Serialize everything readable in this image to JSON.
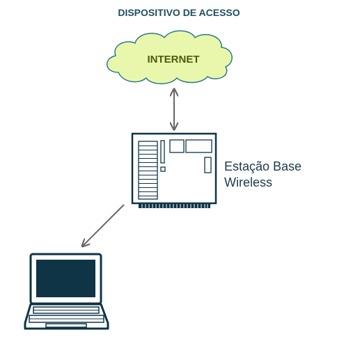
{
  "title": "DISPOSITIVO DE ACESSO",
  "cloud": {
    "label": "INTERNET"
  },
  "base_station": {
    "label_line1": "Estação Base",
    "label_line2": "Wireless"
  },
  "colors": {
    "title": "#1f4e63",
    "cloud_fill": "#e9f7ad",
    "cloud_stroke": "#2d7a88",
    "cloud_text": "#4a5a12",
    "device_stroke": "#0e3446",
    "laptop_screen": "#0e3446",
    "arrow": "#666666",
    "station_text": "#1a3a4a"
  },
  "icons": {
    "cloud": "cloud-icon",
    "base_station": "wireless-base-station-icon",
    "laptop": "laptop-icon"
  }
}
